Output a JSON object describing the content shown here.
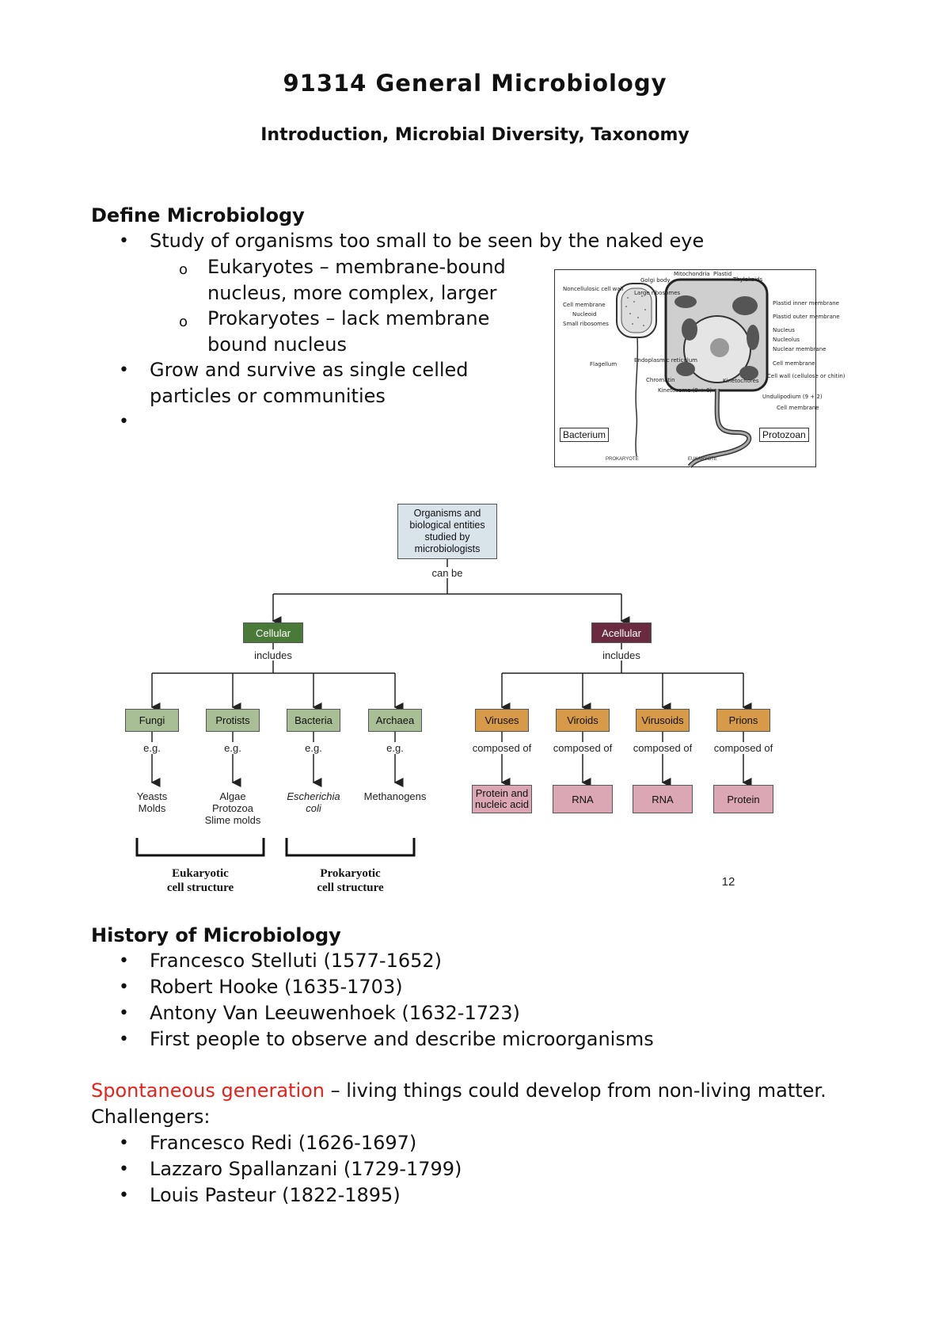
{
  "header": {
    "title": "91314 General Microbiology",
    "subtitle": "Introduction, Microbial Diversity, Taxonomy"
  },
  "define_section": {
    "heading": "Define Microbiology",
    "bullet_1": "Study of organisms too small to be seen by the naked eye",
    "sub_1_line1": "Eukaryotes – membrane-bound",
    "sub_1_line2": "nucleus, more complex, larger",
    "sub_2_line1": "Prokaryotes – lack membrane",
    "sub_2_line2": "bound nucleus",
    "bullet_2_line1": "Grow and survive as single celled",
    "bullet_2_line2": "particles or communities",
    "bullet_marker": "•",
    "sub_marker": "o"
  },
  "cell_figure": {
    "labels": {
      "noncellulosic": "Noncellulosic cell wall",
      "cell_membrane_left": "Cell membrane",
      "nucleoid": "Nucleoid",
      "small_ribosomes": "Small ribosomes",
      "flagellum": "Flagellum",
      "golgi": "Golgi body",
      "mitochondria": "Mitochondria",
      "plastid": "Plastid",
      "thylakoids": "Thylakoids",
      "large_ribosomes": "Large ribosomes",
      "endoplasmic": "Endoplasmic reticulum",
      "chromatin": "Chromatin",
      "kinetosome": "Kinetosome (9 + 0)",
      "kinetochores": "Kinetochores",
      "plastid_inner": "Plastid inner membrane",
      "plastid_outer": "Plastid outer membrane",
      "nucleus": "Nucleus",
      "nucleolus": "Nucleolus",
      "nuclear_membrane": "Nuclear membrane",
      "cell_membrane_right": "Cell membrane",
      "cell_wall": "Cell wall (cellulose or chitin)",
      "undulipodium": "Undulipodium (9 + 2)",
      "cell_membrane_bottom": "Cell membrane"
    },
    "bacterium": "Bacterium",
    "protozoan": "Protozoan",
    "prokaryote": "PROKARYOTE",
    "eukaryote": "EUKARYOTE"
  },
  "tree": {
    "root": "Organisms and biological entities studied by microbiologists",
    "can_be": "can be",
    "cellular": "Cellular",
    "acellular": "Acellular",
    "includes": "includes",
    "cellular_children": [
      {
        "name": "Fungi",
        "rel": "e.g.",
        "example": "Yeasts\nMolds"
      },
      {
        "name": "Protists",
        "rel": "e.g.",
        "example": "Algae\nProtozoa\nSlime molds"
      },
      {
        "name": "Bacteria",
        "rel": "e.g.",
        "example": "Escherichia\ncoli"
      },
      {
        "name": "Archaea",
        "rel": "e.g.",
        "example": "Methanogens"
      }
    ],
    "acellular_children": [
      {
        "name": "Viruses",
        "rel": "composed of",
        "component": "Protein and\nnucleic acid"
      },
      {
        "name": "Viroids",
        "rel": "composed of",
        "component": "RNA"
      },
      {
        "name": "Virusoids",
        "rel": "composed of",
        "component": "RNA"
      },
      {
        "name": "Prions",
        "rel": "composed of",
        "component": "Protein"
      }
    ],
    "eukaryotic": "Eukaryotic\ncell structure",
    "prokaryotic": "Prokaryotic\ncell structure",
    "page_number": "12",
    "colors": {
      "root_fill": "#d8e4ea",
      "cellular_fill": "#4a7a37",
      "acellular_fill": "#6a2a3f",
      "cell_child_fill": "#a8bf95",
      "acell_child_fill": "#d79a48",
      "acell_comp_fill": "#dba7b4"
    }
  },
  "history": {
    "heading": "History of Microbiology",
    "items": [
      "Francesco Stelluti (1577-1652)",
      "Robert Hooke (1635-1703)",
      "Antony Van Leeuwenhoek (1632-1723)",
      "First people to observe and describe microorganisms"
    ]
  },
  "spontaneous": {
    "term": "Spontaneous generation",
    "definition": " – living things could develop from non-living matter.",
    "challengers_label": "Challengers:",
    "items": [
      "Francesco Redi (1626-1697)",
      "Lazzaro Spallanzani (1729-1799)",
      "Louis Pasteur (1822-1895)"
    ]
  }
}
